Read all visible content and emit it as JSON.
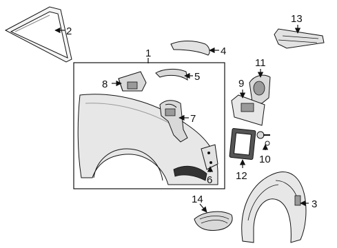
{
  "callouts": {
    "c1": "1",
    "c2": "2",
    "c3": "3",
    "c4": "4",
    "c5": "5",
    "c6": "6",
    "c7": "7",
    "c8": "8",
    "c9": "9",
    "c10": "10",
    "c11": "11",
    "c12": "12",
    "c13": "13",
    "c14": "14"
  },
  "colors": {
    "stroke": "#111111",
    "panel_fill": "#e7e7e7",
    "part_fill": "#d9d9d9",
    "dark_fill": "#9a9a9a",
    "background": "#ffffff"
  }
}
